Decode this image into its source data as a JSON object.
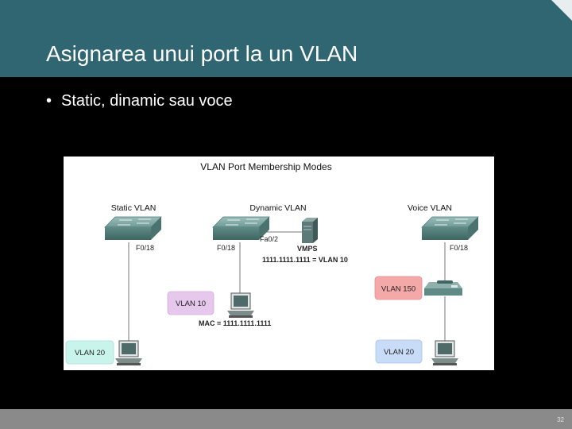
{
  "slide": {
    "title": "Asignarea unui port la un VLAN",
    "bullet": "Static, dinamic sau voce",
    "page_number": "32"
  },
  "diagram": {
    "title": "VLAN Port Membership Modes",
    "sections": {
      "static": "Static VLAN",
      "dynamic": "Dynamic VLAN",
      "voice": "Voice VLAN"
    },
    "ports": {
      "static": "F0/18",
      "dynamic": "F0/18",
      "dynamic_server": "Fa0/2",
      "voice": "F0/18"
    },
    "server_label": "VMPS",
    "mapping": "1111.1111.1111 = VLAN 10",
    "mac": "MAC = 1111.1111.1111",
    "tags": {
      "static_vlan": "VLAN 20",
      "dynamic_vlan": "VLAN 10",
      "voice_phone_vlan": "VLAN 150",
      "voice_pc_vlan": "VLAN 20"
    },
    "colors": {
      "static_tag": "#c8f4ec",
      "dynamic_tag": "#e6c8ec",
      "voice_phone_tag": "#f4a8a8",
      "voice_pc_tag": "#c8dcf8",
      "switch": "#5f8a86"
    }
  }
}
